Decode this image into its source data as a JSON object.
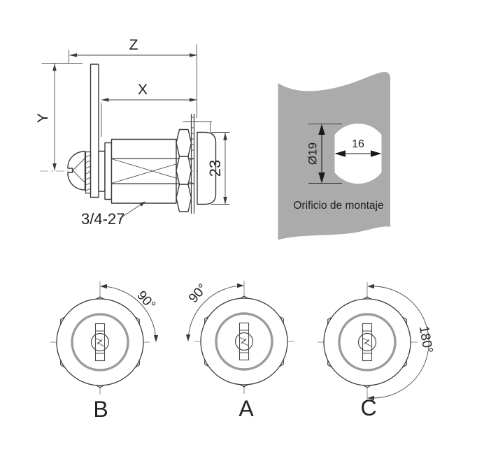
{
  "side_view": {
    "dim_total_length": "Z",
    "dim_body_length": "X",
    "dim_cam_height": "Y",
    "dim_head_diameter": "23",
    "thread_label": "3/4-27"
  },
  "mounting_panel": {
    "diameter_label": "Ø19",
    "width_label": "16",
    "caption": "Orificio de montaje"
  },
  "front_views": [
    {
      "label": "B",
      "rotation_label": "90°"
    },
    {
      "label": "A",
      "rotation_label": "90°"
    },
    {
      "label": "C",
      "rotation_label": "180°"
    }
  ],
  "colors": {
    "panel_gray": "#ababab",
    "ring_gray": "#9b9b9b",
    "line": "#3a3a3a",
    "dimension": "#4a4a4a",
    "text": "#222222"
  }
}
